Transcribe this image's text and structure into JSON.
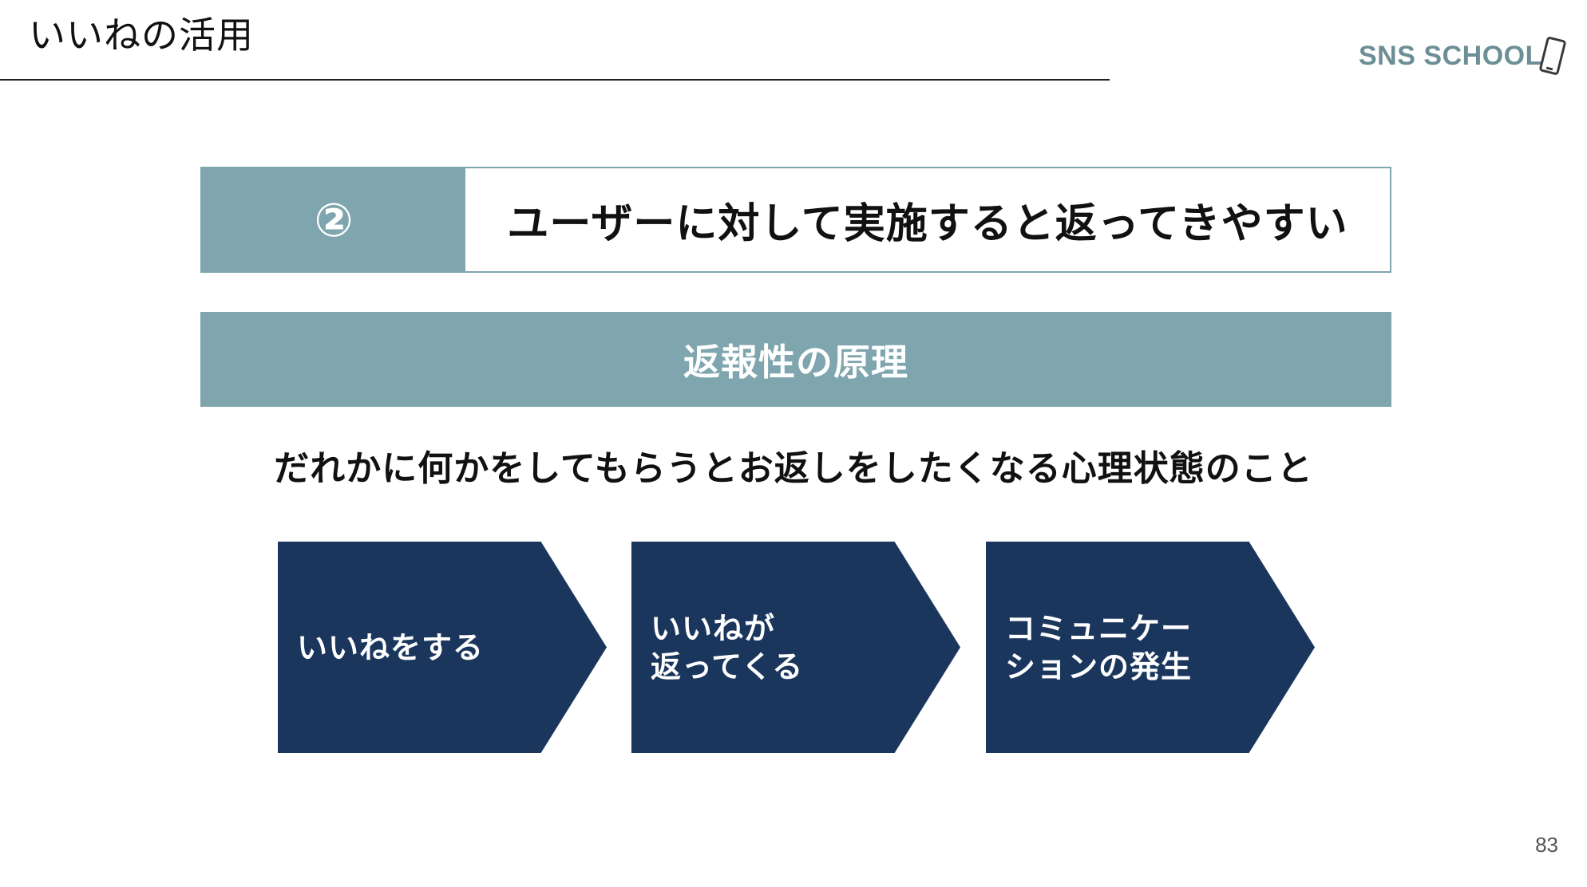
{
  "header": {
    "title": "いいねの活用"
  },
  "logo": {
    "sns": "SNS",
    "school": "SCHOOL",
    "icon": "smartphone-icon"
  },
  "heading": {
    "number": "②",
    "text": "ユーザーに対して実施すると返ってきやすい"
  },
  "principle": {
    "label": "返報性の原理"
  },
  "definition": {
    "text": "だれかに何かをしてもらうとお返しをしたくなる心理状態のこと"
  },
  "steps": [
    {
      "label": "いいねをする"
    },
    {
      "label": "いいねが\n返ってくる"
    },
    {
      "label": "コミュニケー\nションの発生"
    }
  ],
  "footer": {
    "page_number": "83"
  },
  "colors": {
    "accent_teal": "#7fa5ae",
    "navy": "#1b365d",
    "logo_teal": "#6b8f95"
  }
}
